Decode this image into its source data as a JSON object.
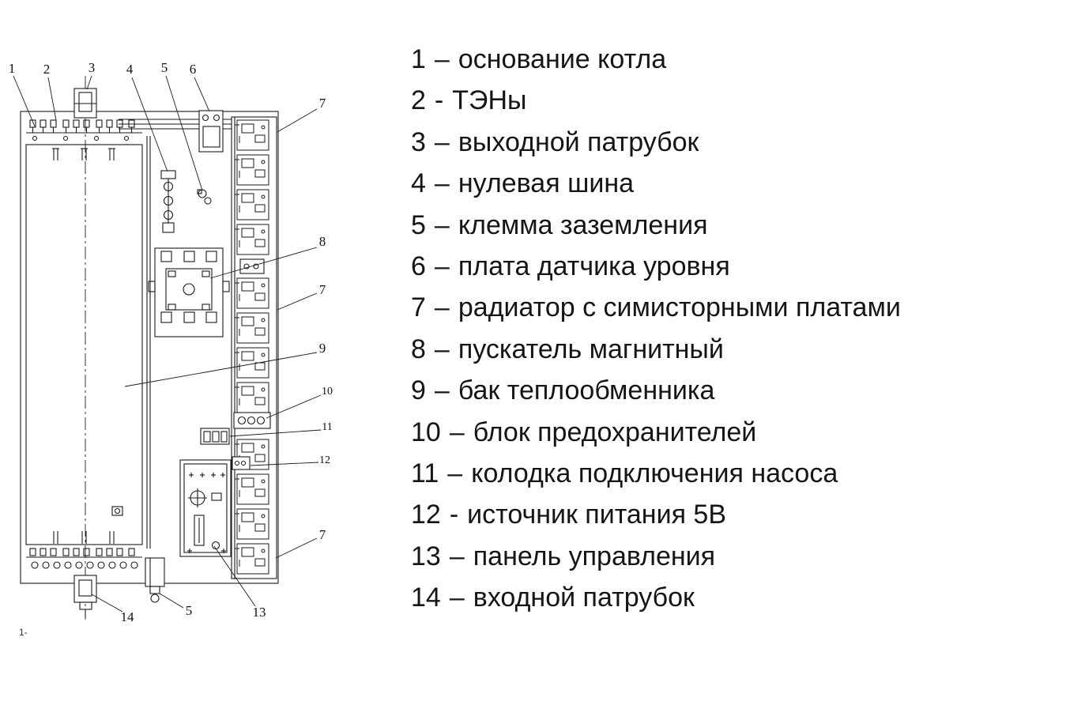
{
  "callouts": [
    "1",
    "2",
    "3",
    "4",
    "5",
    "6",
    "7",
    "8",
    "7",
    "9",
    "10",
    "11",
    "12",
    "7",
    "14",
    "5",
    "13"
  ],
  "legend": {
    "items": [
      {
        "num": "1",
        "sep": "–",
        "label": "основание котла"
      },
      {
        "num": "2",
        "sep": "-",
        "label": "ТЭНы"
      },
      {
        "num": "3",
        "sep": "–",
        "label": "выходной патрубок"
      },
      {
        "num": "4",
        "sep": "–",
        "label": "нулевая шина"
      },
      {
        "num": "5",
        "sep": "–",
        "label": "клемма заземления"
      },
      {
        "num": "6",
        "sep": "–",
        "label": "плата датчика уровня"
      },
      {
        "num": "7",
        "sep": "–",
        "label": "радиатор с симисторными  платами"
      },
      {
        "num": "8",
        "sep": "–",
        "label": "пускатель магнитный"
      },
      {
        "num": "9",
        "sep": "–",
        "label": "бак теплообменника"
      },
      {
        "num": "10",
        "sep": "–",
        "label": "блок предохранителей"
      },
      {
        "num": "11",
        "sep": "–",
        "label": "колодка подключения насоса"
      },
      {
        "num": "12",
        "sep": "-",
        "label": "источник питания 5В"
      },
      {
        "num": "13",
        "sep": "–",
        "label": "панель управления"
      },
      {
        "num": "14",
        "sep": "–",
        "label": "входной патрубок"
      }
    ]
  },
  "footnote": "1-"
}
